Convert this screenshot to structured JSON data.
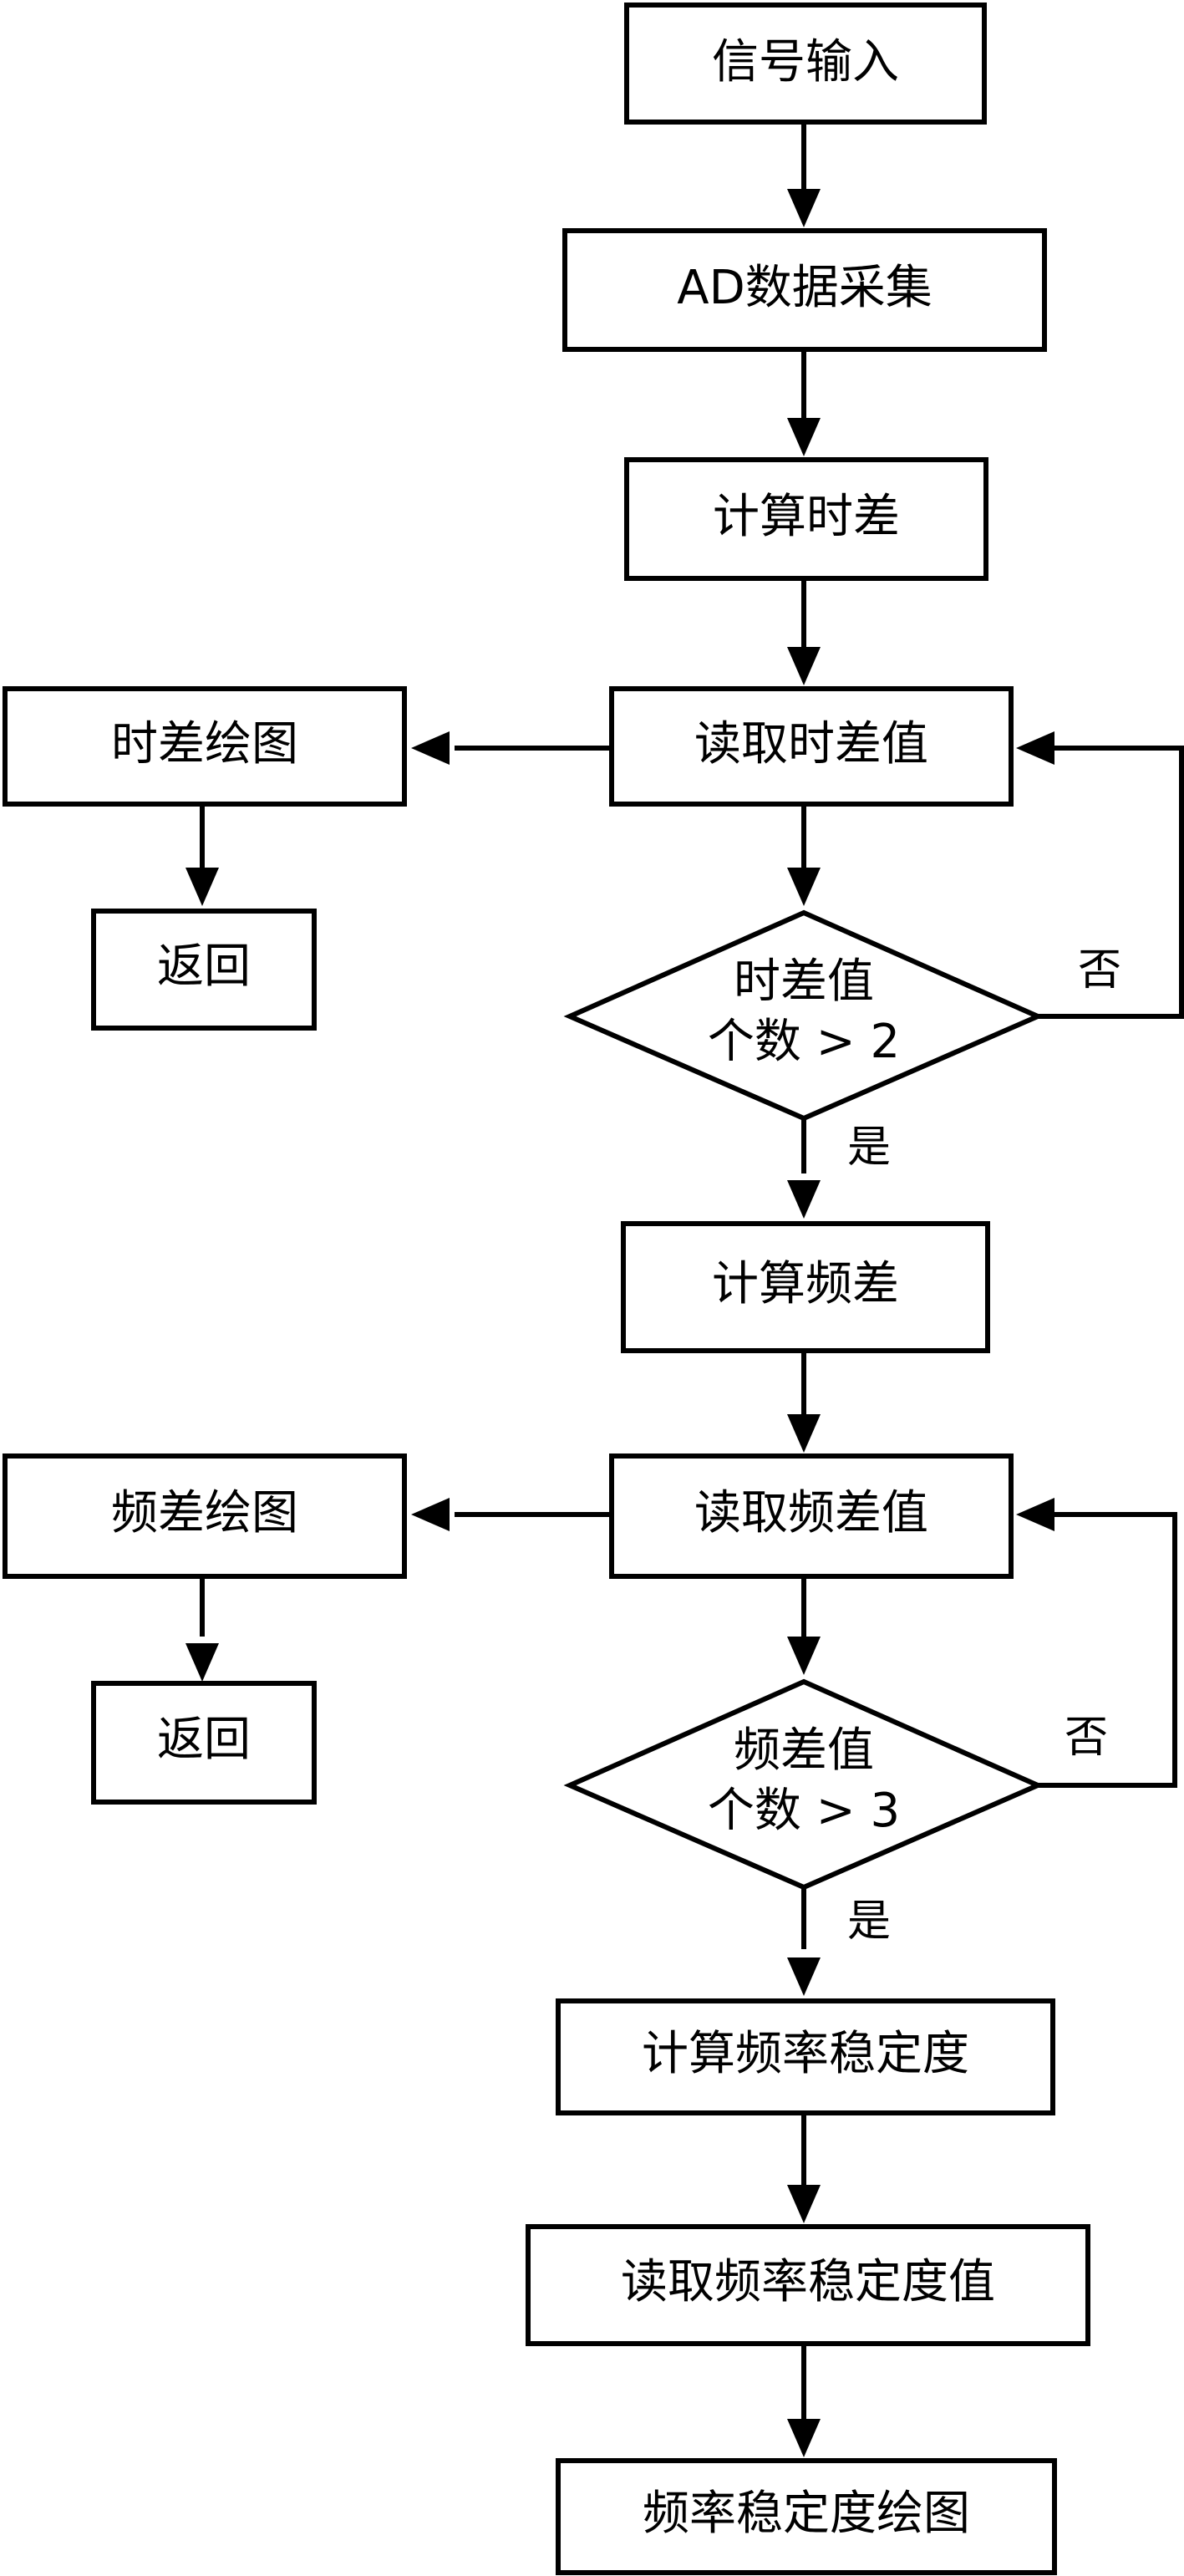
{
  "nodes": {
    "signal_input": "信号输入",
    "ad_acquisition": "AD数据采集",
    "calc_time_diff": "计算时差",
    "read_time_diff": "读取时差值",
    "time_diff_plot": "时差绘图",
    "return_1": "返回",
    "time_diff_check_line1": "时差值",
    "time_diff_check_line2": "个数 > 2",
    "calc_freq_diff": "计算频差",
    "read_freq_diff": "读取频差值",
    "freq_diff_plot": "频差绘图",
    "return_2": "返回",
    "freq_diff_check_line1": "频差值",
    "freq_diff_check_line2": "个数 > 3",
    "calc_freq_stability": "计算频率稳定度",
    "read_freq_stability": "读取频率稳定度值",
    "freq_stability_plot": "频率稳定度绘图"
  },
  "edge_labels": {
    "no_1": "否",
    "yes_1": "是",
    "no_2": "否",
    "yes_2": "是"
  }
}
